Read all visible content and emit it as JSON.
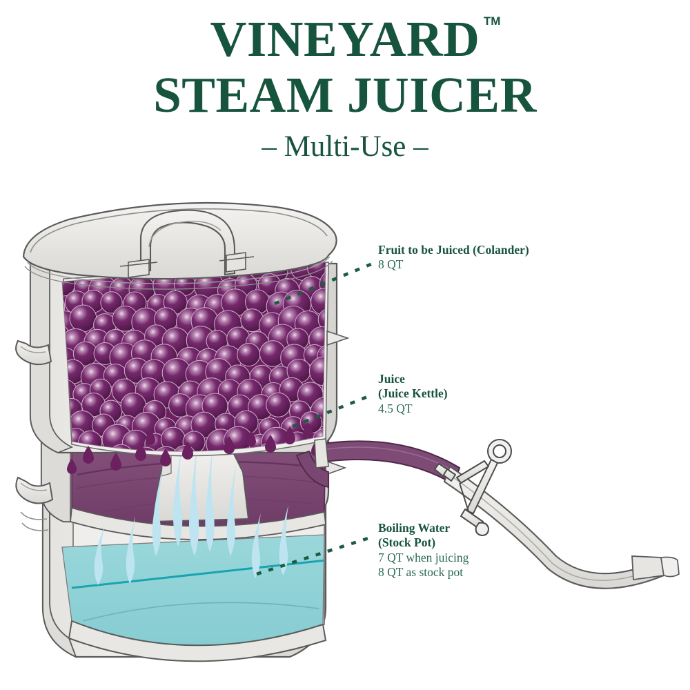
{
  "header": {
    "title_line1": "VINEYARD",
    "title_line2": "STEAM JUICER",
    "trademark": "TM",
    "subtitle_dash_left": "–",
    "subtitle_text": "Multi-Use",
    "subtitle_dash_right": "–",
    "title_color": "#17543E"
  },
  "callouts": [
    {
      "id": "fruit",
      "heading": "Fruit to be Juiced (Colander)",
      "capacity": "8 QT"
    },
    {
      "id": "juice",
      "heading_line1": "Juice",
      "heading_line2": "(Juice Kettle)",
      "capacity": "4.5 QT"
    },
    {
      "id": "water",
      "heading_line1": "Boiling Water",
      "heading_line2": "(Stock Pot)",
      "capacity_line1": "7 QT when juicing",
      "capacity_line2": "8 QT as stock pot"
    }
  ],
  "illustration": {
    "type": "cutaway-diagram",
    "subject": "three-tier steam juicer",
    "parts": [
      "lid",
      "lid-handle",
      "colander-with-grapes",
      "juice-kettle",
      "steam-cone",
      "stock-pot",
      "boiling-water",
      "steam-wisps",
      "juice-drips",
      "drain-hose",
      "hose-clamp",
      "side-handles"
    ],
    "colors": {
      "grape_fill": "#6B2060",
      "grape_dark": "#4E1747",
      "grape_outline": "#C9A8C4",
      "juice_fill": "#7D4A74",
      "juice_dark": "#5E2F57",
      "juice_drip": "#6B2060",
      "water_fill": "#93D2D6",
      "water_line": "#19A3B0",
      "steam_fill": "#BEE4F2",
      "metal_light": "#EDECEA",
      "metal_mid": "#DEDDDA",
      "metal_shadow": "#C9C7C3",
      "outline": "#5A5A5A",
      "leader_line": "#1D5C43"
    }
  }
}
